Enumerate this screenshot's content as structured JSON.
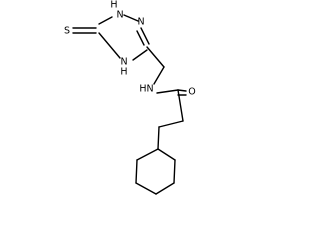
{
  "molecule": {
    "atoms": {
      "S": {
        "label": "S"
      },
      "N1H": {
        "label": "H"
      },
      "N1": {
        "label": "N"
      },
      "N2": {
        "label": "N"
      },
      "N4": {
        "label": "N"
      },
      "N4H": {
        "label": "H"
      },
      "NH_N": {
        "label": "N"
      },
      "NH_H": {
        "label": "H"
      },
      "O": {
        "label": "O"
      }
    }
  }
}
